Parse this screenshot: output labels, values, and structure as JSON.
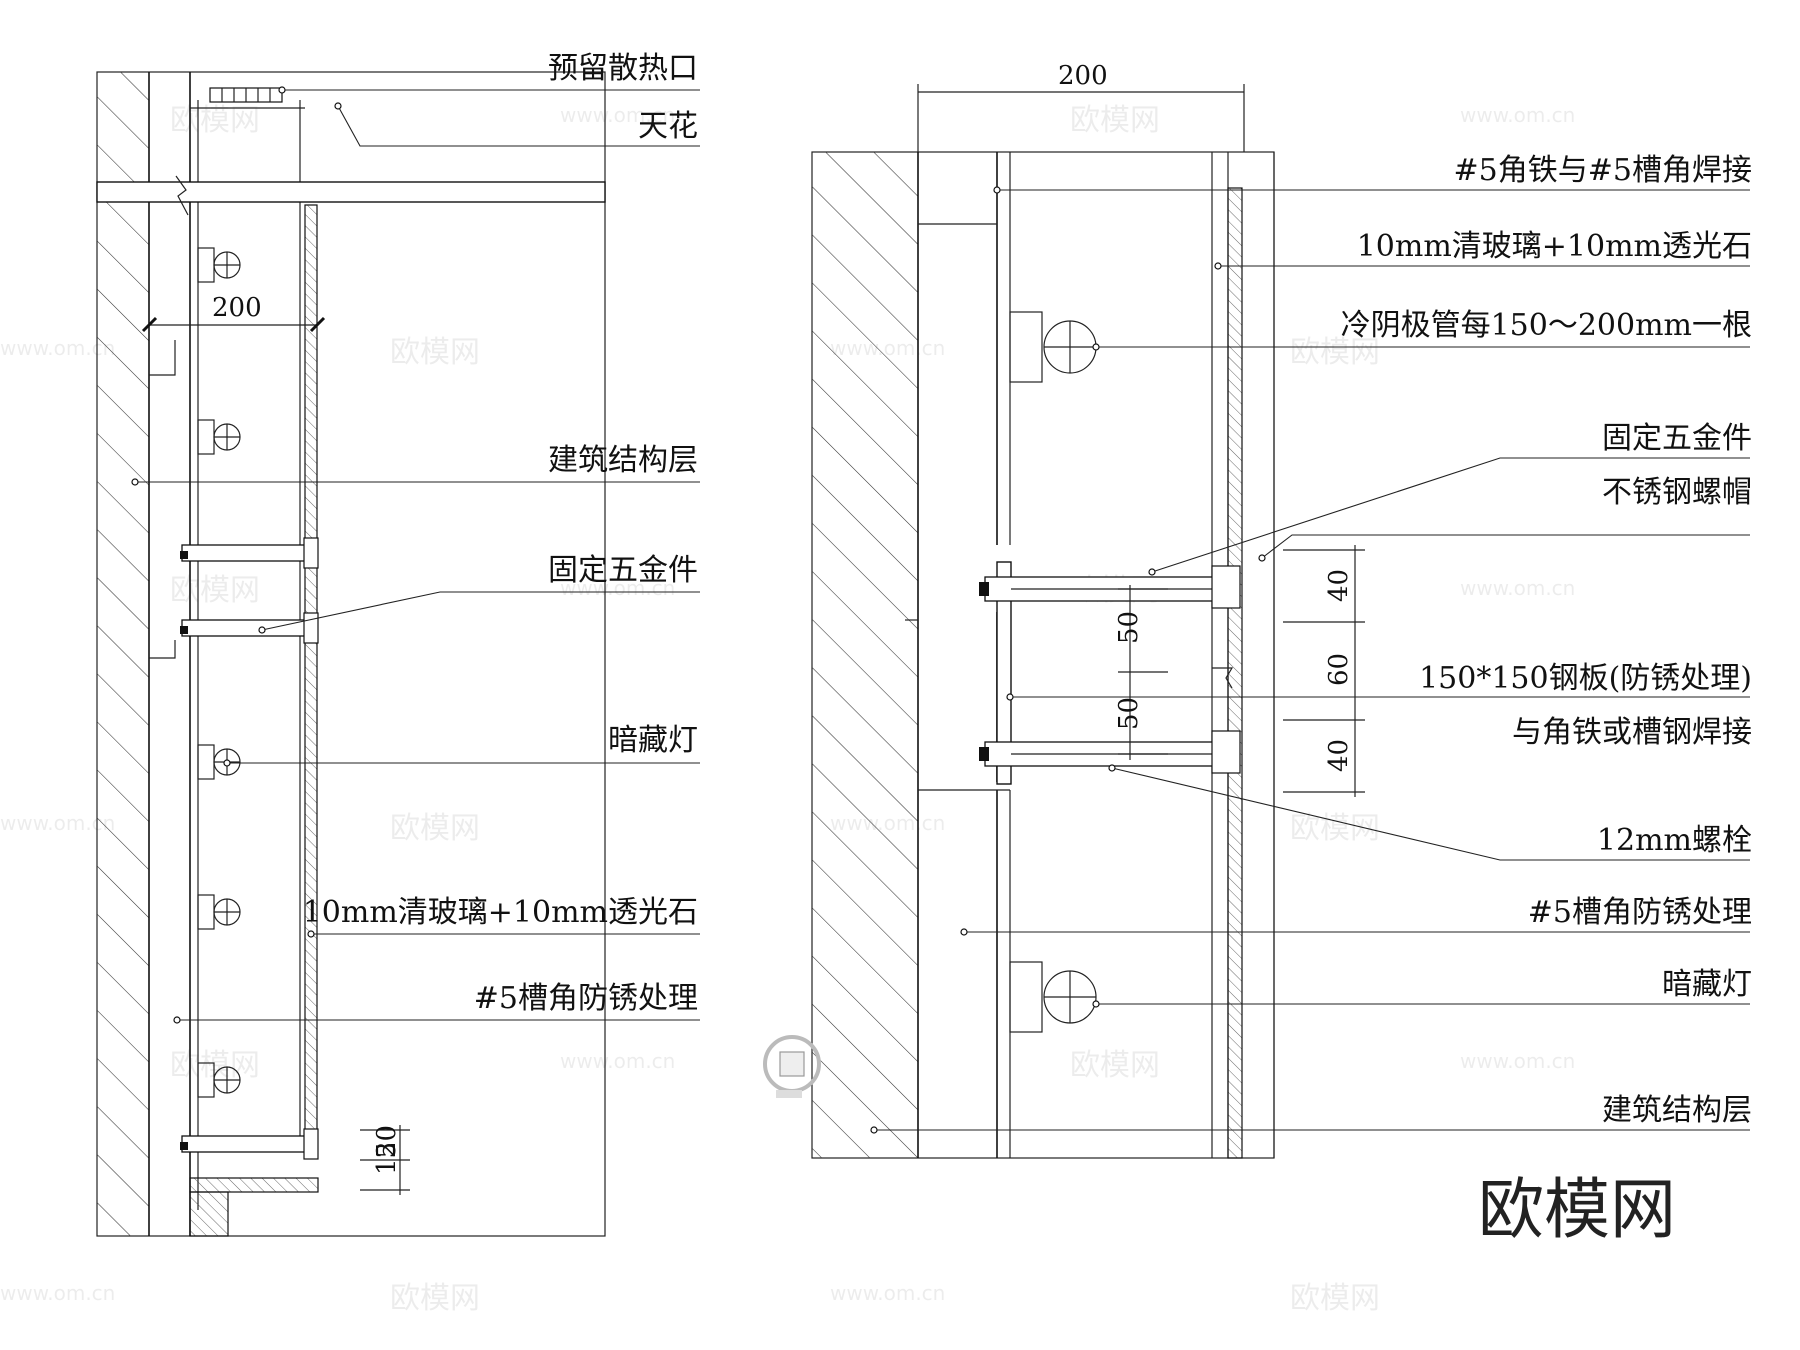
{
  "left_detail": {
    "labels": {
      "vent": "预留散热口",
      "ceiling": "天花",
      "structure": "建筑结构层",
      "hardware": "固定五金件",
      "hidden_light": "暗藏灯",
      "glass": "10mm清玻璃+10mm透光石",
      "channel": "#5槽角防锈处理"
    },
    "dims": {
      "width": "200",
      "d1": "15",
      "d2": "20"
    }
  },
  "right_detail": {
    "labels": {
      "weld": "#5角铁与#5槽角焊接",
      "glass": "10mm清玻璃+10mm透光石",
      "tube": "冷阴极管每150～200mm一根",
      "hardware": "固定五金件",
      "nut": "不锈钢螺帽",
      "plate_1": "150*150钢板(防锈处理)",
      "plate_2": "与角铁或槽钢焊接",
      "bolt": "12mm螺栓",
      "channel": "#5槽角防锈处理",
      "hidden_light": "暗藏灯",
      "structure": "建筑结构层"
    },
    "dims": {
      "width": "200",
      "d40a": "40",
      "d60": "60",
      "d40b": "40",
      "d50a": "50",
      "d50b": "50"
    }
  },
  "watermark": {
    "text": "欧模网",
    "url": "www.om.cn",
    "brand": "欧模网"
  }
}
